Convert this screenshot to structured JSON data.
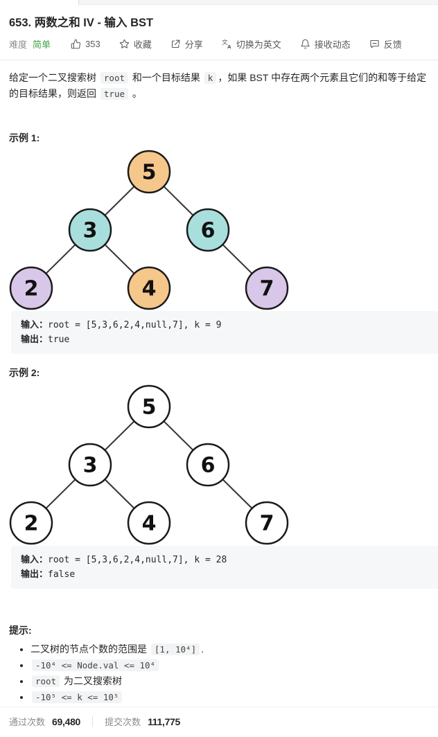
{
  "page": {
    "title": "653. 两数之和 IV - 输入 BST"
  },
  "meta": {
    "difficulty_label": "难度",
    "difficulty_value": "简单",
    "difficulty_color": "#43a047",
    "likes_count": "353",
    "favorite_label": "收藏",
    "share_label": "分享",
    "switch_lang_label": "切换为英文",
    "subscribe_label": "接收动态",
    "feedback_label": "反馈"
  },
  "description": {
    "p0": "给定一个二叉搜索树 ",
    "c0": "root",
    "p1": " 和一个目标结果 ",
    "c1": "k",
    "p2": "，如果 BST 中存在两个元素且它们的和等于给定的目标结果，则返回 ",
    "c2": "true",
    "p3": " 。"
  },
  "examples": [
    {
      "label": "示例 1:",
      "input_label": "输入：",
      "input_value": "root = [5,3,6,2,4,null,7], k = 9",
      "output_label": "输出：",
      "output_value": "true",
      "tree": {
        "values": [
          "5",
          "3",
          "6",
          "2",
          "4",
          "7"
        ],
        "colors": [
          "#f6c78b",
          "#a8dfdc",
          "#a8dfdc",
          "#d8c7e8",
          "#f6c78b",
          "#d8c7e8"
        ]
      }
    },
    {
      "label": "示例 2:",
      "input_label": "输入：",
      "input_value": "root = [5,3,6,2,4,null,7], k = 28",
      "output_label": "输出：",
      "output_value": "false",
      "tree": {
        "values": [
          "5",
          "3",
          "6",
          "2",
          "4",
          "7"
        ],
        "colors": [
          "#ffffff",
          "#ffffff",
          "#ffffff",
          "#ffffff",
          "#ffffff",
          "#ffffff"
        ]
      }
    }
  ],
  "constraints": {
    "heading": "提示:",
    "items": [
      {
        "pre": "二叉树的节点个数的范围是 ",
        "code": "[1, 10⁴]",
        "post": "."
      },
      {
        "pre": "",
        "code": "-10⁴ <= Node.val <= 10⁴",
        "post": ""
      },
      {
        "pre": "",
        "code": "root",
        "post": " 为二叉搜索树"
      },
      {
        "pre": "",
        "code": "-10⁵ <= k <= 10⁵",
        "post": ""
      }
    ]
  },
  "footer": {
    "accepted_label": "通过次数",
    "accepted_value": "69,480",
    "submitted_label": "提交次数",
    "submitted_value": "111,775"
  }
}
